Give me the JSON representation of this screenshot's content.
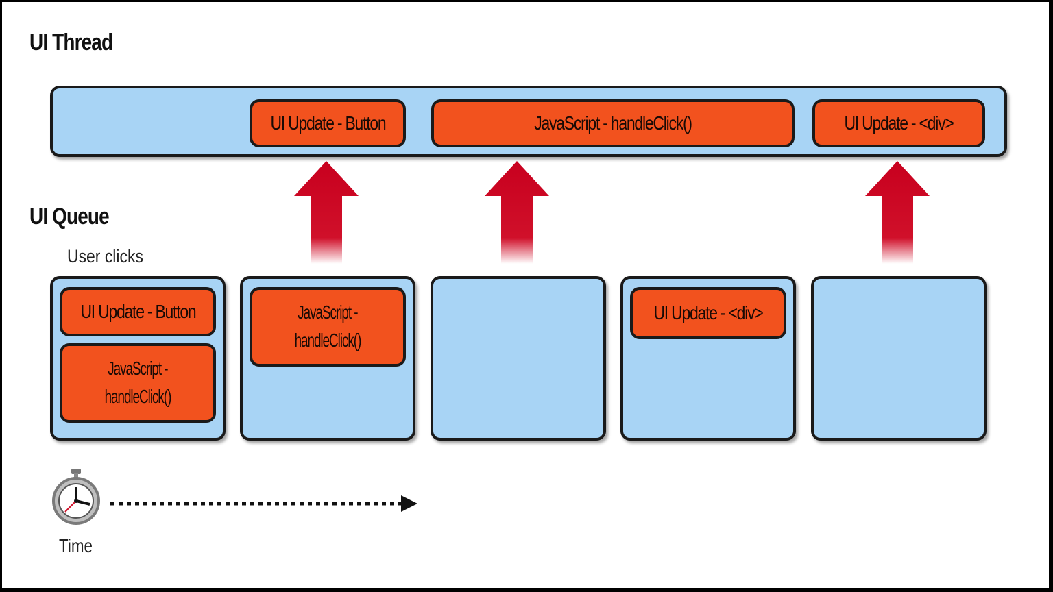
{
  "ui_thread": {
    "title": "UI Thread",
    "tasks": [
      "UI Update - Button",
      "JavaScript - handleClick()",
      "UI Update - <div>"
    ]
  },
  "ui_queue": {
    "title": "UI Queue",
    "event_label": "User clicks",
    "slots": [
      {
        "tasks": [
          {
            "line1": "UI Update - Button",
            "line2": ""
          },
          {
            "line1": "JavaScript -",
            "line2": "handleClick()"
          }
        ]
      },
      {
        "tasks": [
          {
            "line1": "JavaScript -",
            "line2": "handleClick()"
          }
        ]
      },
      {
        "tasks": []
      },
      {
        "tasks": [
          {
            "line1": "UI Update - <div>",
            "line2": ""
          }
        ]
      },
      {
        "tasks": []
      }
    ]
  },
  "time_axis": {
    "label": "Time",
    "icon": "stopwatch-icon"
  },
  "colors": {
    "lane_fill": "#a8d4f5",
    "task_fill": "#f2521e",
    "arrow": "#c8001e",
    "border": "#1a1a1a"
  }
}
